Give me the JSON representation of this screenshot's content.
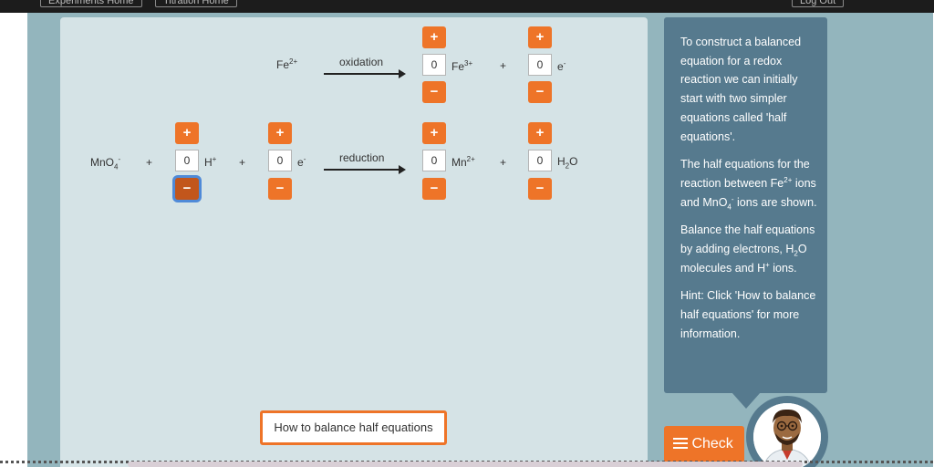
{
  "top_nav": {
    "experiments_home": "Experiments Home",
    "titration_home": "Titration Home",
    "log_out": "Log Out"
  },
  "equation1": {
    "reactant": "Fe",
    "reactant_charge": "2+",
    "arrow_label": "oxidation",
    "product1_count": "0",
    "product1": "Fe",
    "product1_charge": "3+",
    "plus": "+",
    "product2_count": "0",
    "product2": "e",
    "product2_charge": "-"
  },
  "equation2": {
    "reactant": "MnO",
    "reactant_sub": "4",
    "reactant_charge": "-",
    "plus1": "+",
    "h_count": "0",
    "h": "H",
    "h_charge": "+",
    "plus2": "+",
    "e_count": "0",
    "e": "e",
    "e_charge": "-",
    "arrow_label": "reduction",
    "mn_count": "0",
    "mn": "Mn",
    "mn_charge": "2+",
    "plus3": "+",
    "water_count": "0",
    "water_h": "H",
    "water_sub": "2",
    "water_o": "O"
  },
  "buttons": {
    "plus": "+",
    "minus": "−"
  },
  "how_to_button": "How to balance half equations",
  "info": {
    "p1": "To construct a balanced equation for a redox reaction we can initially start with two simpler equations called 'half equations'.",
    "p2_a": "The half equations for the reaction between Fe",
    "p2_sup": "2+",
    "p2_b": " ions and MnO",
    "p2_sub": "4",
    "p2_sup2": "-",
    "p2_c": " ions are shown.",
    "p3_a": "Balance the half equations by adding electrons, H",
    "p3_sub": "2",
    "p3_b": "O molecules and H",
    "p3_sup": "+",
    "p3_c": " ions.",
    "p4": "Hint: Click 'How to balance half equations' for more information."
  },
  "check_button": "Check",
  "colors": {
    "accent": "#ee7428",
    "panel": "#567a8e",
    "stage": "#93b5bd",
    "board": "#d5e3e6"
  }
}
